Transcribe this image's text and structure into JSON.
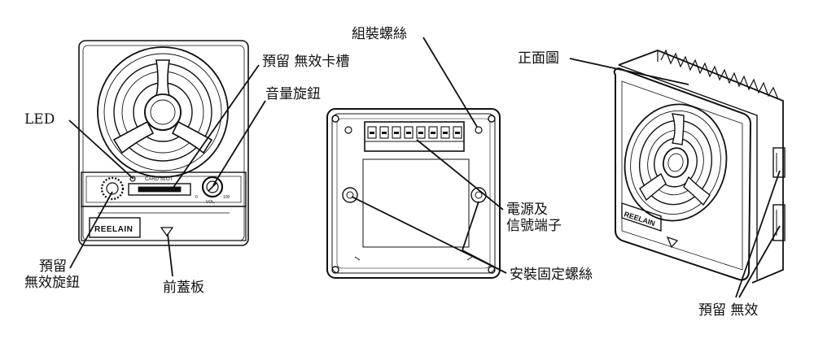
{
  "labels": {
    "led": "LED",
    "reserved_card_slot": "預留 無效卡槽",
    "volume_knob": "音量旋鈕",
    "reserved_knob_line1": "預留",
    "reserved_knob_line2": "無效旋鈕",
    "front_cover": "前蓋板",
    "assembly_screw": "組裝螺絲",
    "power_signal_line1": "電源及",
    "power_signal_line2": "信號端子",
    "mount_screw": "安裝固定螺絲",
    "front_view": "正面圖",
    "reserved_invalid": "預留 無效"
  },
  "device_text": {
    "card_slot": "CARD SLOT",
    "brand_front": "REELAIN",
    "brand_iso": "REELAIN",
    "vol": "VOL.",
    "vol_min": "0",
    "vol_max": "100"
  }
}
